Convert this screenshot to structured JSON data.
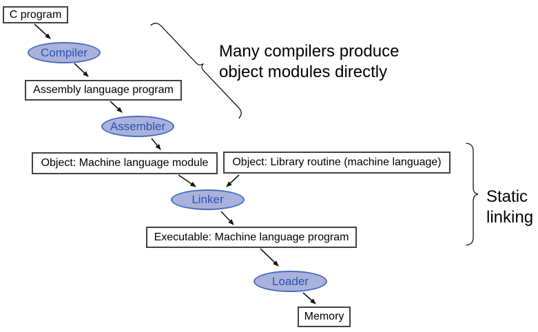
{
  "diagram": {
    "boxes": {
      "c_program": {
        "label": "C program"
      },
      "assembly": {
        "label": "Assembly language program"
      },
      "object_module": {
        "label": "Object: Machine language module"
      },
      "library": {
        "label": "Object: Library routine (machine language)"
      },
      "executable": {
        "label": "Executable: Machine language program"
      },
      "memory": {
        "label": "Memory"
      }
    },
    "stages": {
      "compiler": {
        "label": "Compiler"
      },
      "assembler": {
        "label": "Assembler"
      },
      "linker": {
        "label": "Linker"
      },
      "loader": {
        "label": "Loader"
      }
    },
    "annotations": {
      "many_compilers": {
        "line1": "Many compilers produce",
        "line2": "object modules directly"
      },
      "static_linking": {
        "line1": "Static",
        "line2": "linking"
      }
    },
    "colors": {
      "background": "#ffffff",
      "box_border": "#404040",
      "box_text": "#000000",
      "ellipse_fill": "#a9b2dc",
      "ellipse_border": "#4b6dc2",
      "ellipse_text": "#2b51af",
      "arrow": "#111111",
      "annotation_text": "#000000"
    }
  }
}
